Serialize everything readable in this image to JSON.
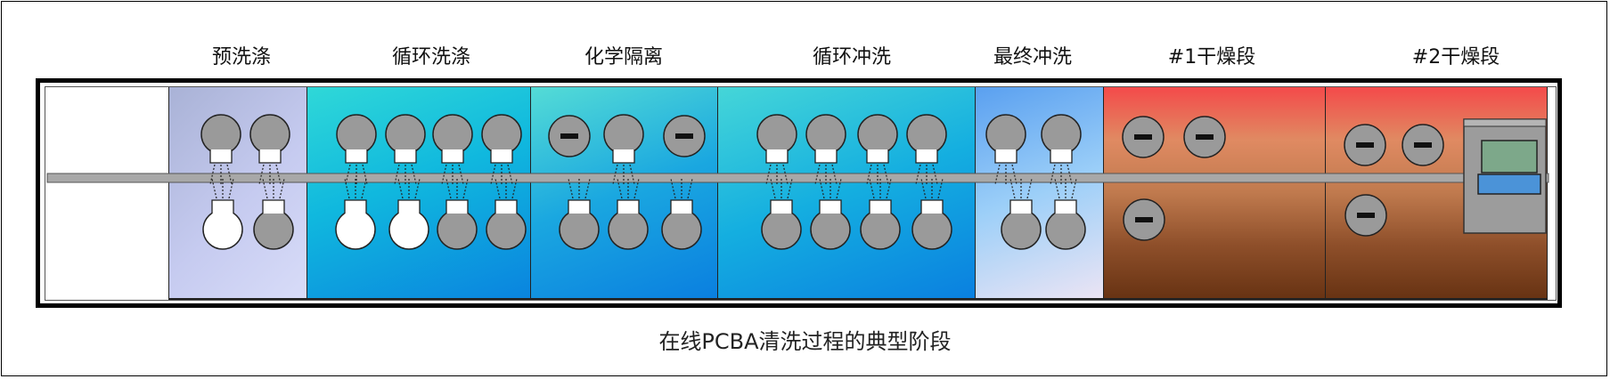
{
  "stages": [
    {
      "label": "预洗涤"
    },
    {
      "label": "循环洗涤"
    },
    {
      "label": "化学隔离"
    },
    {
      "label": "循环冲洗"
    },
    {
      "label": "最终冲洗"
    },
    {
      "label": "#1干燥段"
    },
    {
      "label": "#2干燥段"
    }
  ],
  "caption": "在线PCBA清洗过程的典型阶段",
  "colors": {
    "nozzle_gray": "#9a9a9a",
    "nozzle_white": "#ffffff",
    "conveyor": "#a8a8a8",
    "prewash": "#b8bfe4",
    "wash_teal": "#1fc9d6",
    "wash_blue": "#0a7fe0",
    "final_rinse": "#7ab8f5",
    "dryer_top": "#f24a4a",
    "dryer_bottom": "#6a3614",
    "exit_box": "#9c9c9c",
    "exit_screen": "#7da88a",
    "exit_blue": "#4b93d8"
  }
}
